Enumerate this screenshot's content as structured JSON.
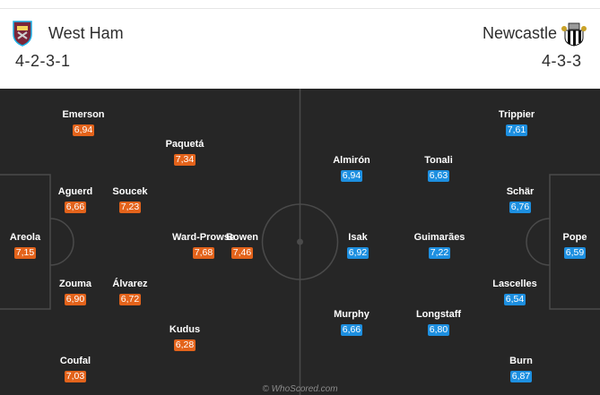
{
  "home": {
    "name": "West Ham",
    "formation": "4-2-3-1",
    "players": [
      {
        "name": "Areola",
        "rating": "7,15"
      },
      {
        "name": "Emerson",
        "rating": "6,94"
      },
      {
        "name": "Aguerd",
        "rating": "6,66"
      },
      {
        "name": "Zouma",
        "rating": "6,90"
      },
      {
        "name": "Coufal",
        "rating": "7,03"
      },
      {
        "name": "Soucek",
        "rating": "7,23"
      },
      {
        "name": "Álvarez",
        "rating": "6,72"
      },
      {
        "name": "Paquetá",
        "rating": "7,34"
      },
      {
        "name": "Ward-Prowse",
        "rating": "7,68"
      },
      {
        "name": "Kudus",
        "rating": "6,28"
      },
      {
        "name": "Bowen",
        "rating": "7,46"
      }
    ]
  },
  "away": {
    "name": "Newcastle",
    "formation": "4-3-3",
    "players": [
      {
        "name": "Pope",
        "rating": "6,59"
      },
      {
        "name": "Trippier",
        "rating": "7,61"
      },
      {
        "name": "Schär",
        "rating": "6,76"
      },
      {
        "name": "Lascelles",
        "rating": "6,54"
      },
      {
        "name": "Burn",
        "rating": "6,87"
      },
      {
        "name": "Tonali",
        "rating": "6,63"
      },
      {
        "name": "Guimarães",
        "rating": "7,22"
      },
      {
        "name": "Longstaff",
        "rating": "6,80"
      },
      {
        "name": "Almirón",
        "rating": "6,94"
      },
      {
        "name": "Isak",
        "rating": "6,92"
      },
      {
        "name": "Murphy",
        "rating": "6,66"
      }
    ]
  },
  "colors": {
    "home_rating": "#e3631b",
    "away_rating": "#1d8fe0",
    "pitch": "#262626"
  },
  "icons": {
    "home_crest": "west-ham-crest-icon",
    "away_crest": "newcastle-crest-icon"
  },
  "watermark": "© WhoScored.com"
}
